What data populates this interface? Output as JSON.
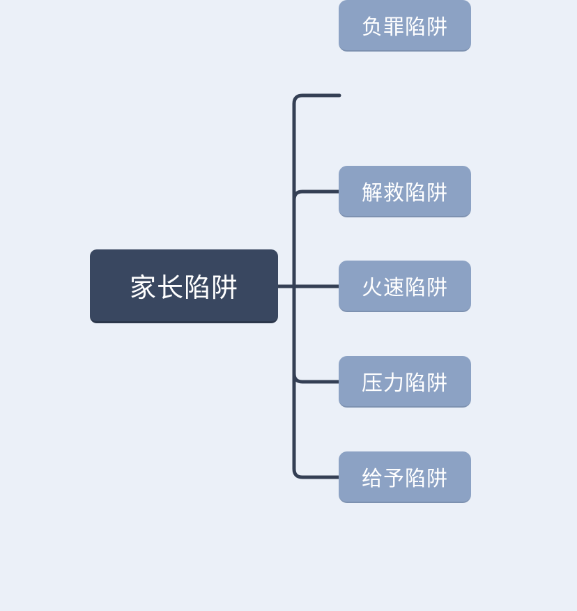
{
  "mindmap": {
    "root": {
      "label": "家长陷阱"
    },
    "children": [
      {
        "label": "解救陷阱"
      },
      {
        "label": "火速陷阱"
      },
      {
        "label": "压力陷阱"
      },
      {
        "label": "给予陷阱"
      },
      {
        "label": "负罪陷阱"
      }
    ]
  },
  "colors": {
    "canvas_bg": "#ebf0f8",
    "root_bg": "#394760",
    "child_bg": "#8ca2c4",
    "connector": "#343f54",
    "text": "#ffffff"
  }
}
